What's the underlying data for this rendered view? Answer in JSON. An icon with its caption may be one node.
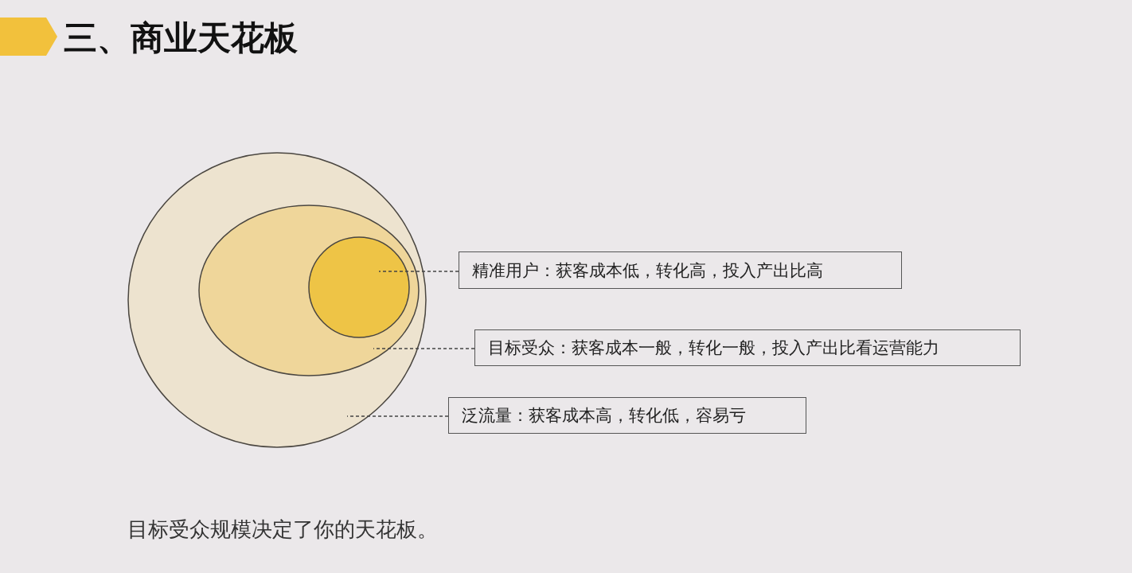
{
  "diagram": {
    "title": "三、商业天花板",
    "caption": "目标受众规模决定了你的天花板。",
    "nodes": [
      {
        "text": [],
        "shape": "circle"
      },
      {
        "text": [],
        "shape": "circle",
        "in": 0
      },
      {
        "text": [],
        "shape": "circle",
        "in": 1
      },
      {
        "text": [
          "精准用户：获客成本低，转化高，投入产出比高"
        ]
      },
      {
        "text": [
          "目标受众：获客成本一般，转化一般，投入产出比看运营能力"
        ]
      },
      {
        "text": [
          "泛流量：获客成本高，转化低，容易亏"
        ]
      }
    ],
    "edges": [
      {
        "from": 3,
        "to": 2,
        "arrow": "none",
        "style": "dashed"
      },
      {
        "from": 4,
        "to": 1,
        "arrow": "none",
        "style": "dashed"
      },
      {
        "from": 5,
        "to": 0,
        "arrow": "none",
        "style": "dashed"
      }
    ]
  }
}
